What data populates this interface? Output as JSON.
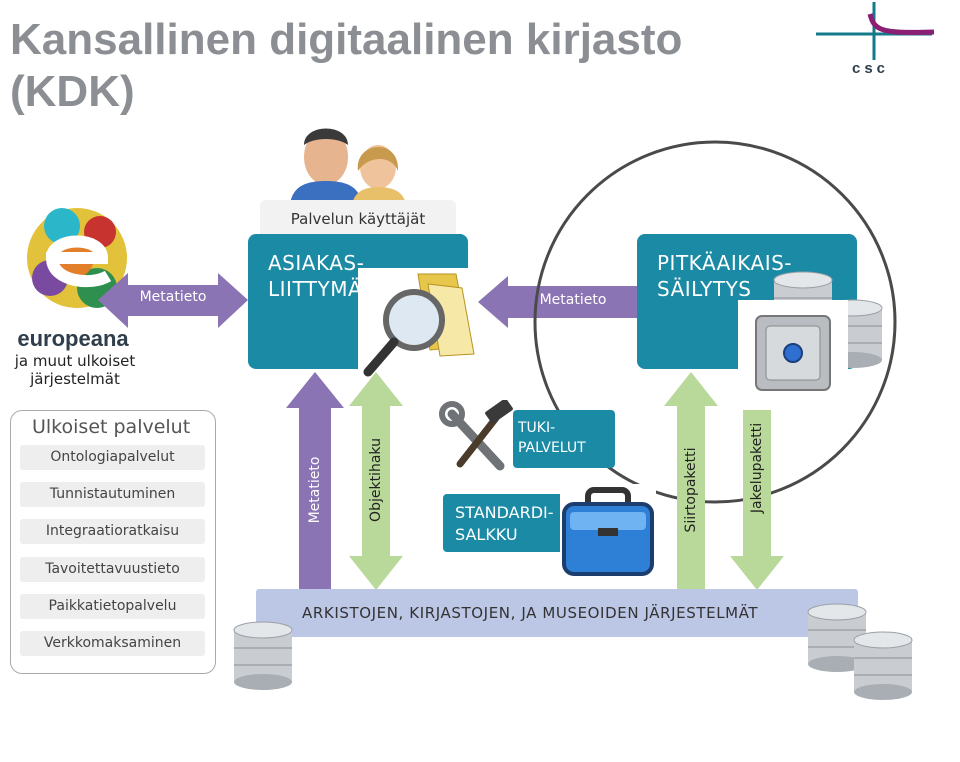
{
  "title": "Kansallinen digitaalinen kirjasto (KDK)",
  "logo": {
    "text": "csc",
    "colors": [
      "#8b1f73",
      "#137a8a"
    ]
  },
  "users": {
    "label": "Palvelun käyttäjät",
    "icon": "users-icon"
  },
  "europeana": {
    "name": "europeana",
    "caption": "ja muut ulkoiset\njärjestelmät"
  },
  "customer_interface": {
    "label": "ASIAKAS-\nLIITTYMÄ"
  },
  "preservation": {
    "label": "PITKÄAIKAIS-\nSÄILYTYS"
  },
  "support": {
    "label": "TUKI-\nPALVELUT"
  },
  "standard_kit": {
    "label": "STANDARDI-\nSALKKU"
  },
  "archives": {
    "label": "ARKISTOJEN, KIRJASTOJEN, JA  MUSEOIDEN JÄRJESTELMÄT"
  },
  "arrows": {
    "left_metadata": "Metatieto",
    "middle_metadata": "Metatieto",
    "vertical_metadata": "Metatieto",
    "object_search": "Objektihaku",
    "transfer_package": "Siirtopaketti",
    "distribution_package": "Jakelupaketti"
  },
  "external_services": {
    "title": "Ulkoiset palvelut",
    "items": [
      "Ontologiapalvelut",
      "Tunnistautuminen",
      "Integraatioratkaisu",
      "Tavoitettavuustieto",
      "Paikkatietopalvelu",
      "Verkkomaksaminen"
    ]
  },
  "colors": {
    "teal": "#1a8aa5",
    "purple": "#8b74b3",
    "green": "#b9d99a",
    "lavender": "#bcc7e6",
    "title_gray": "#8b8e93"
  }
}
